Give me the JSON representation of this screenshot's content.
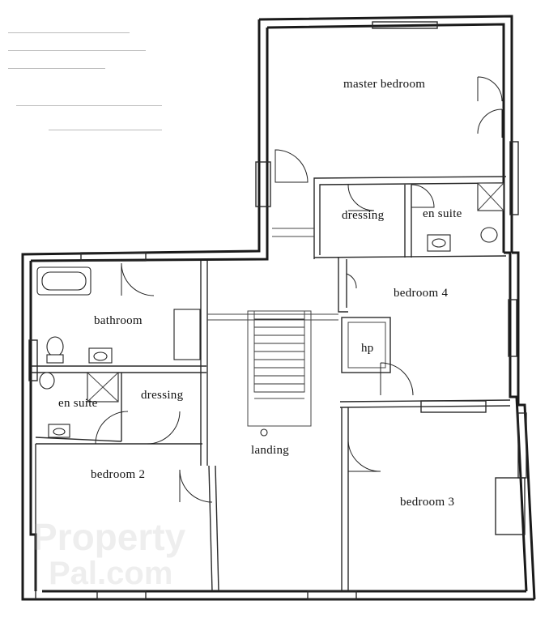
{
  "rooms": {
    "master_bedroom": "master bedroom",
    "dressing_upper": "dressing",
    "en_suite_upper": "en suite",
    "bedroom_4": "bedroom 4",
    "hp": "hp",
    "bathroom": "bathroom",
    "en_suite_lower": "en suite",
    "dressing_lower": "dressing",
    "bedroom_2": "bedroom 2",
    "landing": "landing",
    "bedroom_3": "bedroom 3"
  },
  "watermark": {
    "line1": "Property",
    "line2": "Pal.com"
  },
  "colors": {
    "line": "#1a1a1a",
    "paper": "#ffffff"
  }
}
